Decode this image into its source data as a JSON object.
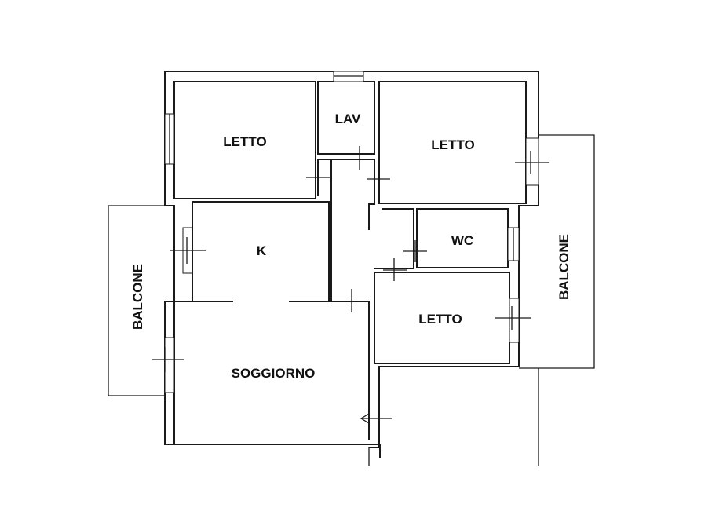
{
  "plan": {
    "rooms": [
      {
        "id": "letto-1",
        "label": "LETTO"
      },
      {
        "id": "lav",
        "label": "LAV"
      },
      {
        "id": "letto-2",
        "label": "LETTO"
      },
      {
        "id": "kitchen",
        "label": "K"
      },
      {
        "id": "wc",
        "label": "WC"
      },
      {
        "id": "letto-3",
        "label": "LETTO"
      },
      {
        "id": "soggiorno",
        "label": "SOGGIORNO"
      }
    ],
    "balconies": [
      {
        "id": "balcone-left",
        "label": "BALCONE"
      },
      {
        "id": "balcone-right",
        "label": "BALCONE"
      }
    ]
  }
}
